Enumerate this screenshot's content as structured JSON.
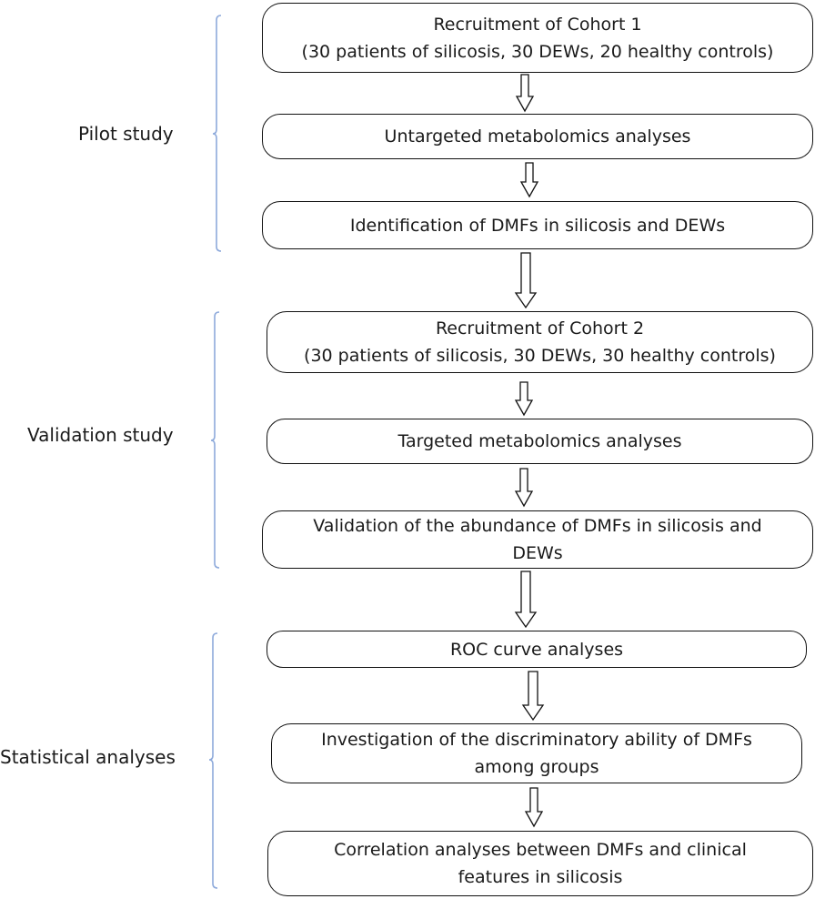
{
  "stages": [
    {
      "label": "Pilot study"
    },
    {
      "label": "Validation study"
    },
    {
      "label": "Statistical analyses"
    }
  ],
  "steps": [
    {
      "lines": [
        "Recruitment of Cohort 1",
        "(30 patients of silicosis, 30 DEWs, 20 healthy controls)"
      ]
    },
    {
      "lines": [
        "Untargeted metabolomics analyses"
      ]
    },
    {
      "lines": [
        "Identification of DMFs in silicosis  and DEWs"
      ]
    },
    {
      "lines": [
        "Recruitment of Cohort 2",
        "(30 patients of silicosis, 30 DEWs, 30 healthy controls)"
      ]
    },
    {
      "lines": [
        "Targeted metabolomics analyses"
      ]
    },
    {
      "lines": [
        "Validation of the abundance of DMFs in silicosis and",
        "DEWs"
      ]
    },
    {
      "lines": [
        "ROC curve analyses"
      ]
    },
    {
      "lines": [
        "Investigation of  the discriminatory ability of DMFs",
        "among groups"
      ]
    },
    {
      "lines": [
        "Correlation analyses between DMFs and clinical",
        "features in  silicosis"
      ]
    }
  ],
  "colors": {
    "brace": "#8eaadb",
    "box_border": "#111111",
    "arrow": "#111111"
  }
}
